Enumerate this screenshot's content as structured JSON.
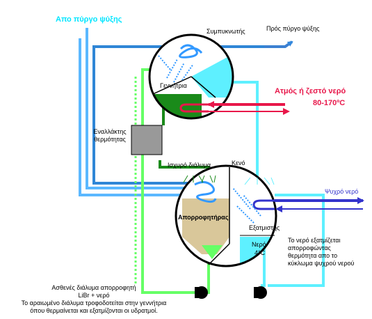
{
  "labels": {
    "from_tower": "Απο πύργο ψύξης",
    "condenser": "Συμπυκνωτής",
    "to_tower": "Πρός πύργο ψύξης",
    "generator": "Γεννήτρια",
    "steam": "Ατμός ή ζεστό νερό",
    "temp": "80-170ºC",
    "exchanger": [
      "Εναλλάκτης",
      "θερμότητας"
    ],
    "vacuum": "Κενό",
    "strong_solution": "Ισχυρό διάλυμα",
    "cold_water": "Ψυχρό νερό",
    "absorber": "Απορροφητήρας",
    "evaporator": "Εξατμιστής",
    "water": "Νερό",
    "water_temp": "4°C",
    "evap_note": [
      "Το νερό εξατμίζεται",
      "απορροφώντας",
      "θερμότητα απο το",
      "κύκλωμα ψυχρού νερού"
    ],
    "bottom_note": [
      "Ασθενές διάλυμα απορροφητή",
      "LiBr + νερό",
      "Το αραιωμένο διάλυμα τροφοδοτείται στην γεννήτρια",
      "όπου θερμαίνεται και εξατμίζονται οι υδρατμοί."
    ]
  },
  "colors": {
    "tower_water": "#4aa9ff",
    "condensate": "#5ef0ff",
    "chilled_water": "#3333cc",
    "steam": "#e8174a",
    "weak_solution": "#66ff66",
    "strong_solution": "#1a8a1a",
    "absorbent": "#d9c79a",
    "exchanger": "#999999"
  }
}
